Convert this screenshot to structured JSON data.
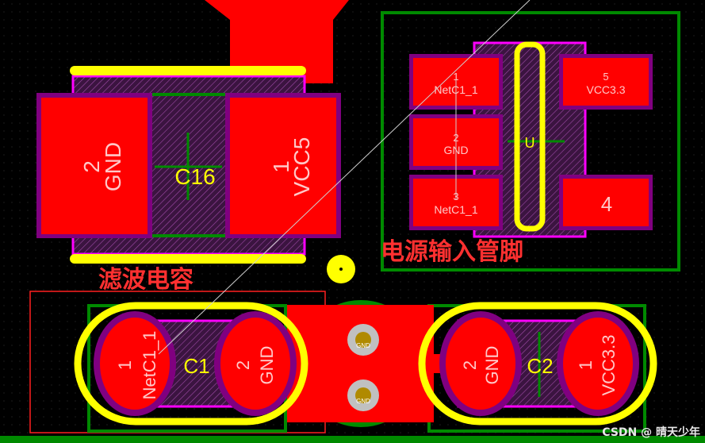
{
  "colors": {
    "copper": "#ff0000",
    "overlay": "#ffff00",
    "outline": "#008a00",
    "solder_mask": "#800080",
    "paste": "#ff00ff",
    "via": "#c0c0c0",
    "annotation": "#ff3030",
    "background": "#000000"
  },
  "footprints": {
    "c16": {
      "designator": "C16",
      "pad_left": {
        "number": "2",
        "net": "GND"
      },
      "pad_right": {
        "number": "1",
        "net": "VCC5"
      }
    },
    "regulator": {
      "designator": "U",
      "pin1": {
        "number": "1",
        "net": "NetC1_1"
      },
      "pin2": {
        "number": "2",
        "net": "GND"
      },
      "pin3": {
        "number": "3",
        "net": "NetC1_1"
      },
      "pin4": {
        "number": "4",
        "net": ""
      },
      "pin5": {
        "number": "5",
        "net": "VCC3.3"
      }
    },
    "c1": {
      "designator": "C1",
      "pad_left": {
        "number": "1",
        "net": "NetC1_1"
      },
      "pad_right": {
        "number": "2",
        "net": "GND"
      }
    },
    "c2": {
      "designator": "C2",
      "pad_left": {
        "number": "2",
        "net": "GND"
      },
      "pad_right": {
        "number": "1",
        "net": "VCC3.3"
      }
    }
  },
  "vias": [
    {
      "net": "GND"
    },
    {
      "net": "GND"
    }
  ],
  "annotations": {
    "filter_caps": "滤波电容",
    "power_input_pins": "电源输入管脚"
  },
  "watermark": "CSDN @ 晴天少年"
}
